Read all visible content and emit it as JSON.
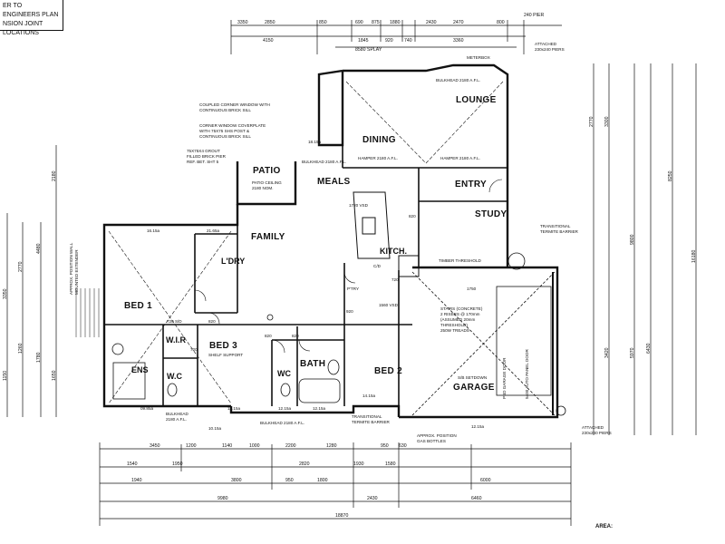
{
  "header_note": {
    "line1": "ER TO ENGINEERS PLAN",
    "line2": "NSION JOINT LOCATIONS"
  },
  "area_label": "AREA:",
  "rooms": {
    "lounge": "LOUNGE",
    "dining": "DINING",
    "patio": "PATIO",
    "meals": "MEALS",
    "entry": "ENTRY",
    "study": "STUDY",
    "family": "FAMILY",
    "ldry": "L'DRY",
    "kitch": "KITCH.",
    "bed1": "BED 1",
    "bed2": "BED 2",
    "bed3": "BED 3",
    "wir": "W.I.R",
    "ens": "ENS",
    "wc1": "W.C",
    "wc2": "WC",
    "bath": "BATH",
    "garage": "GARAGE"
  },
  "annotations": {
    "attached_top": "ATTACHED",
    "attached_top2": "230x240 PIERS",
    "meterbox": "METERBOX",
    "bulkhead_lounge": "BULKHEAD 2180 A.F.L.",
    "coupled_window": "COUPLED CORNER WINDOW WITH",
    "coupled_window2": "CONTINUOUS BRICK SILL",
    "corner_cover": "CORNER WINDOW COVERPLATE",
    "corner_cover2": "WITH 75X75 SHS POST &",
    "corner_cover3": "CONTINUOUS BRICK SILL",
    "bulkhead_meals": "BULKHEAD 2180 A.F.L.",
    "hamper_dining": "HAMPER 2180 A.F.L.",
    "hamper_entry": "HAMPER 2180 A.F.L.",
    "grout": "75X75X4 GROUT",
    "grout2": "FILLED BRICK PIER",
    "grout3": "REF. BET. SHT 5",
    "patio_ceiling": "PATIO CEILING",
    "patio_ceiling2": "2180 NOM.",
    "timber_threshold": "TIMBER THRESHOLD",
    "transitional_barrier": "TRANSITIONAL",
    "transitional_barrier2": "TERMITE BARRIER",
    "stairs": "STAIRS (CONCRETE)",
    "stairs2": "2 RISERS @ 170mm",
    "stairs3": "(ASSUMED 20mm",
    "stairs4": "THRESHOLD)",
    "stairs5": "250W TREADS",
    "garage_setdown": "S/B SETDOWN",
    "auto_door": "5400 AUTO PANEL DOOR",
    "door_note": "PSD GARAGE DOOR",
    "bulkhead_ens": "BULKHEAD",
    "bulkhead_ens2": "2180 A.F.L.",
    "bulkhead_bath": "BULKHEAD 2180 A.F.L.",
    "transitional_bottom": "TRANSITIONAL",
    "transitional_bottom2": "TERMITE BARRIER",
    "gas_bottles": "APPROX. POSITION",
    "gas_bottles2": "GAS BOTTLES",
    "attached_bottom": "ATTACHED",
    "attached_bottom2": "230x240 PIERS",
    "shelf": "SHELF SUPPORT",
    "wall_fitting": "APPROX. POSITION WALL",
    "wall_fitting2": "MOUNTED EXTENDER",
    "pantry": "P'TRY"
  },
  "dims_top": [
    "3350",
    "2850",
    "4150",
    "1845",
    "920",
    "740",
    "3360",
    "690",
    "875",
    "1880",
    "2470",
    "800",
    "850",
    "2430",
    "8580 SPLAY",
    "240 PIER"
  ],
  "dims_bottom_row1": [
    "3450",
    "1200",
    "1140",
    "1000",
    "2200",
    "1280",
    "950",
    "630"
  ],
  "dims_bottom_row2": [
    "1540",
    "1950",
    "2820",
    "1930",
    "1580"
  ],
  "dims_bottom_row3": [
    "1940",
    "3800",
    "950",
    "1800",
    "6000"
  ],
  "dims_bottom_row4": [
    "9980",
    "2430",
    "6460"
  ],
  "dims_bottom_total": "18870",
  "dims_left": [
    "3350",
    "2770",
    "1260",
    "4480",
    "1780",
    "2180",
    "1650",
    "1150"
  ],
  "dims_right": [
    "2770",
    "3300",
    "9800",
    "3420",
    "6430",
    "5970",
    "16180",
    "8250"
  ],
  "small_labels": [
    "720 S/D",
    "820",
    "820",
    "820",
    "920",
    "720",
    "1560 VSD",
    "1720 VSD",
    "720",
    "C/D",
    "820",
    "1750",
    "12.15a",
    "12.15a",
    "12.15a",
    "09.85a",
    "14.15a",
    "18.15a",
    "16.15a",
    "21.65a",
    "12.15a",
    "10.15a"
  ]
}
